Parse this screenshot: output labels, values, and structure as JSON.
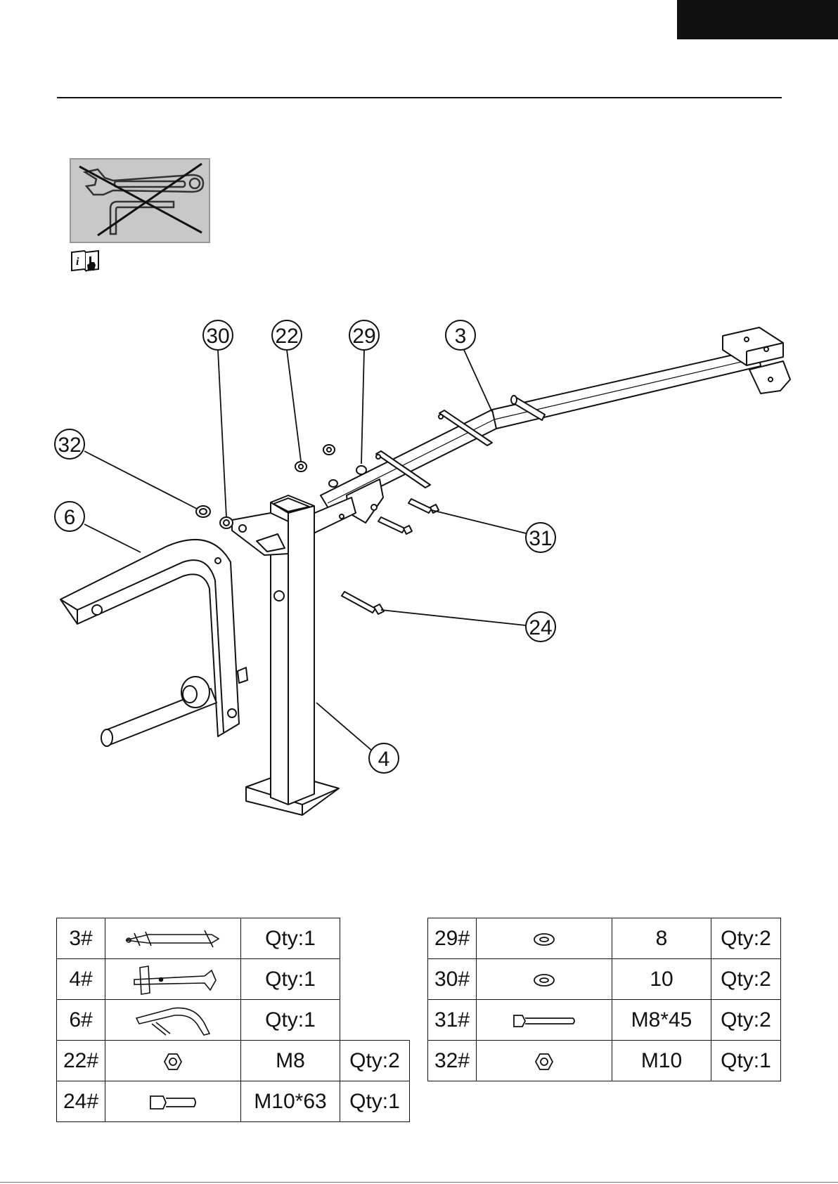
{
  "callouts": [
    "30",
    "22",
    "29",
    "3",
    "32",
    "6",
    "31",
    "24",
    "4"
  ],
  "icons": {
    "no_tools": "no-wrench-no-allen-key-icon",
    "manual": "read-manual-icon"
  },
  "colors": {
    "ink": "#111111",
    "panel": "#c8c8c8"
  },
  "parts_left": [
    {
      "id": "3#",
      "icon": "main-frame-part-icon",
      "size": "",
      "qty": "Qty:1"
    },
    {
      "id": "4#",
      "icon": "upright-post-part-icon",
      "size": "",
      "qty": "Qty:1"
    },
    {
      "id": "6#",
      "icon": "curved-arm-part-icon",
      "size": "",
      "qty": "Qty:1"
    },
    {
      "id": "22#",
      "icon": "nut-icon",
      "size": "M8",
      "qty": "Qty:2"
    },
    {
      "id": "24#",
      "icon": "bolt-icon",
      "size": "M10*63",
      "qty": "Qty:1"
    }
  ],
  "parts_right": [
    {
      "id": "29#",
      "icon": "washer-icon",
      "size": "8",
      "qty": "Qty:2"
    },
    {
      "id": "30#",
      "icon": "washer-icon",
      "size": "10",
      "qty": "Qty:2"
    },
    {
      "id": "31#",
      "icon": "long-bolt-icon",
      "size": "M8*45",
      "qty": "Qty:2"
    },
    {
      "id": "32#",
      "icon": "nut-icon",
      "size": "M10",
      "qty": "Qty:1"
    }
  ]
}
